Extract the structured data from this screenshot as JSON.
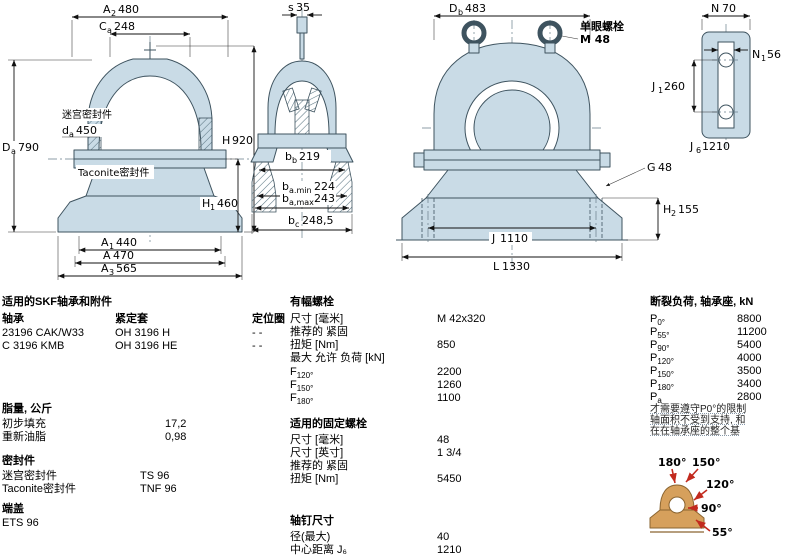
{
  "dims": {
    "A2": {
      "p": "A",
      "s": "2",
      "v": "480"
    },
    "Ca": {
      "p": "C",
      "s": "a",
      "v": "248"
    },
    "da": {
      "p": "d",
      "s": "a",
      "v": "450"
    },
    "Da": {
      "p": "D",
      "s": "a",
      "v": "790"
    },
    "A1": {
      "p": "A",
      "s": "1",
      "v": "440"
    },
    "A": {
      "p": "A",
      "s": "",
      "v": "470"
    },
    "A3": {
      "p": "A",
      "s": "3",
      "v": "565"
    },
    "H": {
      "p": "H",
      "s": "",
      "v": "920"
    },
    "H1": {
      "p": "H",
      "s": "1",
      "v": "460"
    },
    "s": {
      "p": "s",
      "s": "",
      "v": "35"
    },
    "bb": {
      "p": "b",
      "s": "b",
      "v": "219"
    },
    "bamin": {
      "p": "b",
      "s": "a,min",
      "v": "224"
    },
    "bamax": {
      "p": "b",
      "s": "a,max",
      "v": "243"
    },
    "bc": {
      "p": "b",
      "s": "c",
      "v": "248,5"
    },
    "Db": {
      "p": "D",
      "s": "b",
      "v": "483"
    },
    "J": {
      "p": "J",
      "s": "",
      "v": "1110"
    },
    "L": {
      "p": "L",
      "s": "",
      "v": "1330"
    },
    "G": {
      "p": "G",
      "s": "",
      "v": "48"
    },
    "H2": {
      "p": "H",
      "s": "2",
      "v": "155"
    },
    "N": {
      "p": "N",
      "s": "",
      "v": "70"
    },
    "N1": {
      "p": "N",
      "s": "1",
      "v": "56"
    },
    "J1": {
      "p": "J",
      "s": "1",
      "v": "260"
    },
    "J6": {
      "p": "J",
      "s": "6",
      "v": "1210"
    }
  },
  "drawing_labels": {
    "labyrinth_seal": "迷宫密封件",
    "taconite_seal": "Taconite密封件",
    "eye_bolt": "单眼螺栓",
    "eye_bolt_size": "M 48"
  },
  "bearings": {
    "title": "适用的SKF轴承和附件",
    "col_bearing": "轴承",
    "col_sleeve": "紧定套",
    "col_ring": "定位圈",
    "rows": [
      {
        "bearing": "23196 CAK/W33",
        "sleeve": "OH 3196 H",
        "ring": "- -"
      },
      {
        "bearing": "C 3196 KMB",
        "sleeve": "OH 3196 HE",
        "ring": "- -"
      }
    ]
  },
  "grease": {
    "title": "脂量, 公斤",
    "rows": [
      {
        "label": "初步填充",
        "value": "17,2"
      },
      {
        "label": "重新油脂",
        "value": "0,98"
      }
    ]
  },
  "seals": {
    "title": "密封件",
    "rows": [
      {
        "label": "迷宫密封件",
        "value": "TS 96"
      },
      {
        "label": "Taconite密封件",
        "value": "TNF 96"
      }
    ]
  },
  "end_cover": {
    "title": "端盖",
    "value": "ETS 96"
  },
  "cap_bolts": {
    "title": "有幅螺栓",
    "size_label": "尺寸 [毫米]",
    "size": "M 42x320",
    "recommended_label": "推荐的 紧固",
    "torque_label": "扭矩 [Nm]",
    "torque": "850",
    "max_load_label": "最大 允许 负荷 [kN]",
    "loads": [
      {
        "p": "F",
        "s": "120°",
        "v": "2200"
      },
      {
        "p": "F",
        "s": "150°",
        "v": "1260"
      },
      {
        "p": "F",
        "s": "180°",
        "v": "1100"
      }
    ]
  },
  "fixing_bolts": {
    "title": "适用的固定螺栓",
    "size_mm_label": "尺寸 [毫米]",
    "size_mm": "48",
    "size_in_label": "尺寸 [英寸]",
    "size_in": "1 3/4",
    "recommended_label": "推荐的 紧固",
    "torque_label": "扭矩 [Nm]",
    "torque": "5450"
  },
  "pins": {
    "title": "轴钉尺寸",
    "dia_label": "径(最大)",
    "dia": "40",
    "cc_label": "中心距离 J₆",
    "cc": "1210"
  },
  "breaking_load": {
    "title": "断裂负荷, 轴承座, kN",
    "rows": [
      {
        "p": "P",
        "s": "0°",
        "v": "8800"
      },
      {
        "p": "P",
        "s": "55°",
        "v": "11200"
      },
      {
        "p": "P",
        "s": "90°",
        "v": "5400"
      },
      {
        "p": "P",
        "s": "120°",
        "v": "4000"
      },
      {
        "p": "P",
        "s": "150°",
        "v": "3500"
      },
      {
        "p": "P",
        "s": "180°",
        "v": "3400"
      },
      {
        "p": "P",
        "s": "a",
        "v": "2800"
      }
    ],
    "note_lines": [
      "才需要遵守P0°的限制",
      "轴面积不受到支持, 和",
      "在在轴承座的整个基"
    ],
    "angles": {
      "a180": "180°",
      "a150": "150°",
      "a120": "120°",
      "a90": "90°",
      "a55": "55°"
    }
  }
}
